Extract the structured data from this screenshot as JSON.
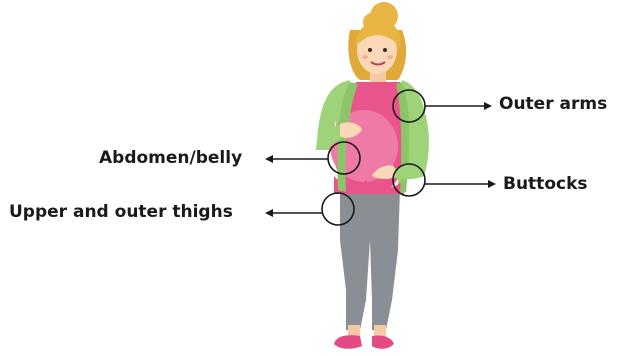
{
  "labels": {
    "outer_arms": "Outer arms",
    "buttocks": "Buttocks",
    "abdomen": "Abdomen/belly",
    "thighs": "Upper and outer thighs"
  },
  "colors": {
    "cardigan": "#9fd37a",
    "top": "#e9548a",
    "leggings": "#8a8f96",
    "hair": "#e9b542",
    "skin": "#fbd9b8",
    "shoes": "#e24b83",
    "marker": "#1a1a1a"
  }
}
